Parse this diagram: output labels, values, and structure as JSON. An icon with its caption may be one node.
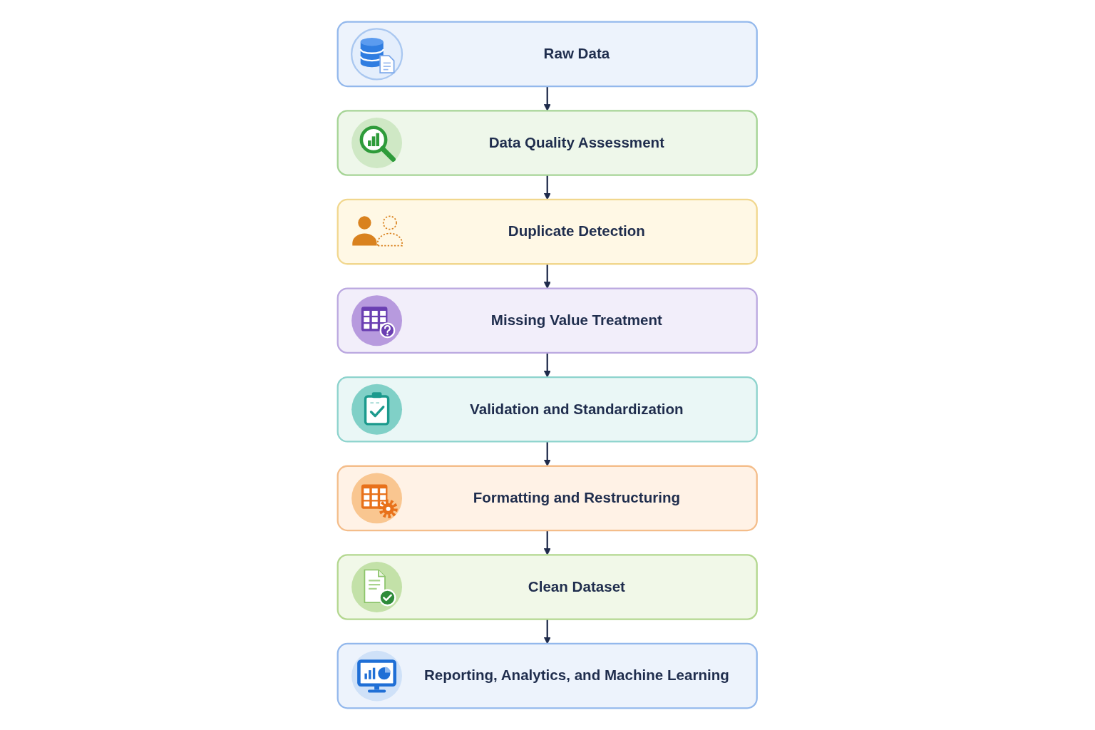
{
  "diagram": {
    "nodes": [
      {
        "text": [
          "Raw Data"
        ]
      },
      {
        "text": [
          "Data Quality Assessment"
        ]
      },
      {
        "text": [
          "Duplicate Detection"
        ]
      },
      {
        "text": [
          "Missing Value Treatment"
        ]
      },
      {
        "text": [
          "Validation and Standardization"
        ]
      },
      {
        "text": [
          "Formatting and Restructuring"
        ]
      },
      {
        "text": [
          "Clean Dataset"
        ]
      },
      {
        "text": [
          "Reporting, Analytics, and Machine Learning"
        ]
      }
    ],
    "edges": [
      {
        "from": 0,
        "to": 1,
        "arrow": "to"
      },
      {
        "from": 1,
        "to": 2,
        "arrow": "to"
      },
      {
        "from": 2,
        "to": 3,
        "arrow": "to"
      },
      {
        "from": 3,
        "to": 4,
        "arrow": "to"
      },
      {
        "from": 4,
        "to": 5,
        "arrow": "to"
      },
      {
        "from": 5,
        "to": 6,
        "arrow": "to"
      },
      {
        "from": 6,
        "to": 7,
        "arrow": "to"
      }
    ]
  }
}
